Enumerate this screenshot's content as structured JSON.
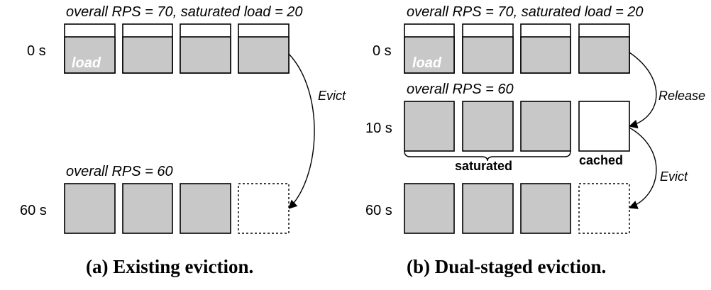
{
  "panel_a": {
    "caption": "(a) Existing eviction.",
    "row_0s": {
      "time": "0 s",
      "header": "overall RPS = 70, saturated load = 20",
      "box_label": "load"
    },
    "row_60s": {
      "time": "60 s",
      "header": "overall RPS = 60"
    },
    "arrow_label": "Evict"
  },
  "panel_b": {
    "caption": "(b) Dual-staged eviction.",
    "row_0s": {
      "time": "0 s",
      "header": "overall RPS = 70, saturated load = 20",
      "box_label": "load"
    },
    "row_10s": {
      "time": "10 s",
      "header": "overall RPS = 60",
      "brace_label": "saturated",
      "cached_label": "cached"
    },
    "row_60s": {
      "time": "60 s"
    },
    "release_label": "Release",
    "evict_label": "Evict"
  }
}
